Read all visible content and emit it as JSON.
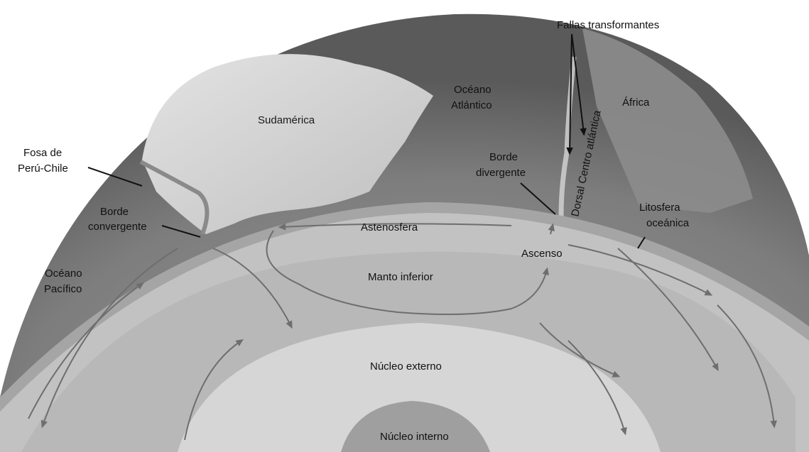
{
  "labels": {
    "fallas_transformantes": "Fallas transformantes",
    "oceano_atlantico_1": "Océano",
    "oceano_atlantico_2": "Atlántico",
    "africa": "África",
    "sudamerica": "Sudamérica",
    "fosa_1": "Fosa de",
    "fosa_2": "Perú-Chile",
    "borde_divergente_1": "Borde",
    "borde_divergente_2": "divergente",
    "dorsal": "Dorsal Centro atlántica",
    "borde_convergente_1": "Borde",
    "borde_convergente_2": "convergente",
    "litosfera_1": "Litosfera",
    "litosfera_2": "oceánica",
    "astenosfera": "Astenosfera",
    "ascenso": "Ascenso",
    "oceano_pacifico_1": "Océano",
    "oceano_pacifico_2": "Pacífico",
    "manto_inferior": "Manto inferior",
    "nucleo_externo": "Núcleo externo",
    "nucleo_interno": "Núcleo interno"
  },
  "colors": {
    "globe_ocean": "#7f7f7f",
    "land": "#c9c9c9",
    "crust": "#9a9a9a",
    "mantle": "#bdbdbd",
    "outer_core": "#cfcfcf",
    "inner_core": "#9e9e9e",
    "arrows": "#6e6e6e",
    "text": "#111111"
  }
}
